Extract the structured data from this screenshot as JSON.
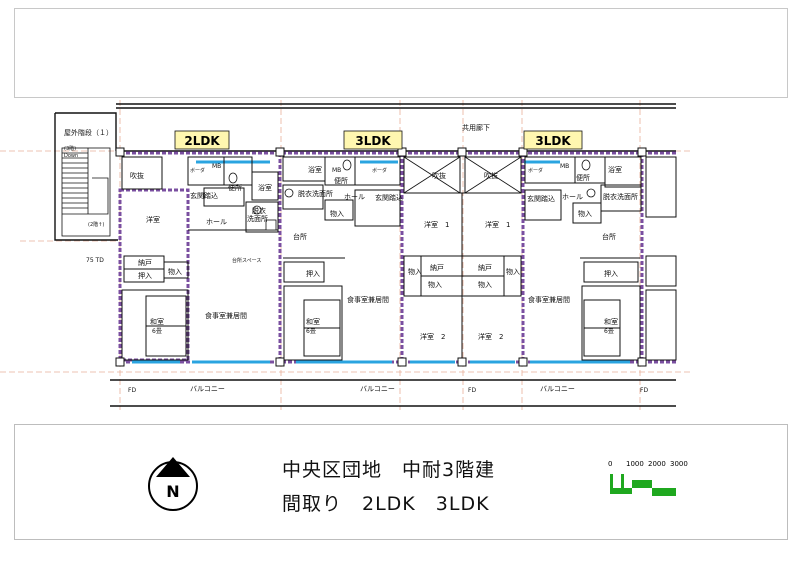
{
  "plan": {
    "unit_badges": [
      "2LDK",
      "3LDK",
      "3LDK"
    ],
    "rooms": {
      "outdoor_stair": "屋外階段（１）",
      "floor_up": "(3階)",
      "down": "Down",
      "floor_down": "(2階↑)",
      "corridor": "共用廊下",
      "fukinuke": "吹抜",
      "yokushitsu": "浴室",
      "mb": "MB",
      "benjo": "便所",
      "genkan": "玄関踏込",
      "hall": "ホール",
      "datsui": "脱衣洗面所",
      "datsui_2": "脱衣",
      "senmen_2": "洗面所",
      "youshitsu": "洋室",
      "youshitsu_1": "洋室　1",
      "youshitsu_2": "洋室　2",
      "daidokoro": "台所",
      "daidokoro_space": "台所スペース",
      "nando": "納戸",
      "oshiire": "押入",
      "mono_ire": "物入",
      "washitsu": "和室",
      "washitsu_size": "6畳",
      "dining": "食事室兼居間",
      "balcony": "バルコニー",
      "fd": "FD",
      "td": "75 TD",
      "boiler": "ボーダ"
    }
  },
  "title": {
    "line1": "中央区団地　中耐3階建",
    "line2": "間取り　2LDK　3LDK"
  },
  "north_label": "N",
  "scale": {
    "labels": [
      "0",
      "1000",
      "2000",
      "3000"
    ],
    "color": "#1fa81f"
  },
  "colors": {
    "wall": "#111111",
    "partition": "#7a4fa0",
    "window": "#2aa4e0",
    "grid": "#e8b09a",
    "badge_fill": "#fff7b0"
  }
}
